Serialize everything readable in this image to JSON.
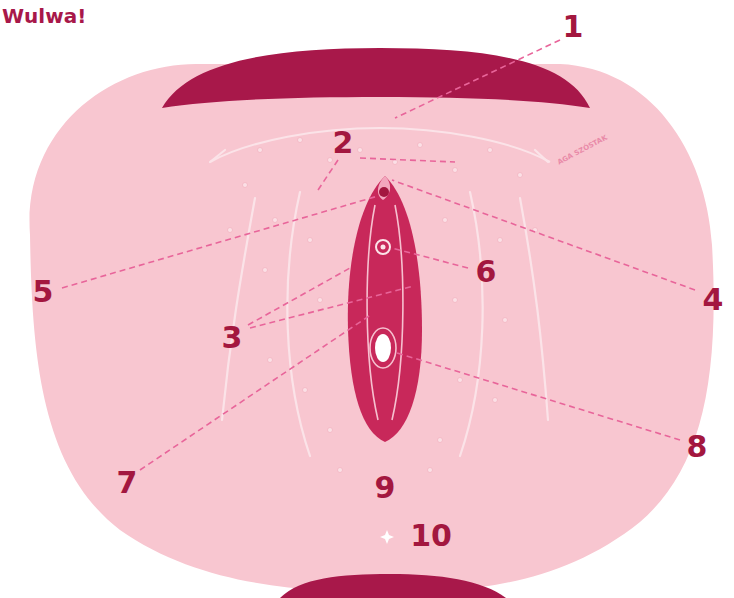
{
  "diagram": {
    "title": "Wulwa!",
    "labels": [
      "1",
      "2",
      "5",
      "6",
      "4",
      "3",
      "8",
      "7",
      "9",
      "10",
      "AGA SZÓSTAK"
    ]
  }
}
